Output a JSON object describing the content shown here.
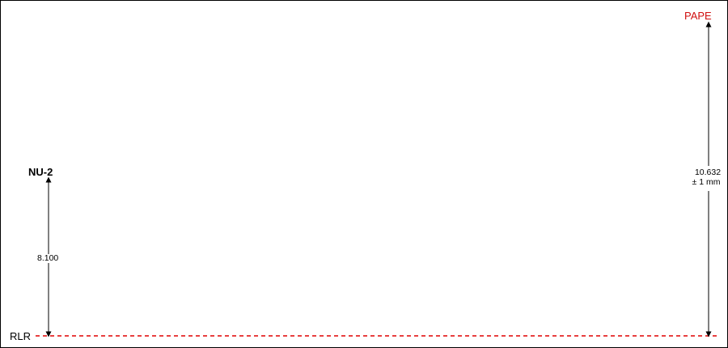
{
  "reference": {
    "label": "RLR",
    "line_color": "#e00000"
  },
  "left_point": {
    "label": "NU-2",
    "measurement": "8.100"
  },
  "right_point": {
    "label": "PAPE",
    "label_color": "#d01010",
    "measurement": "10.632",
    "tolerance": "± 1 mm"
  }
}
